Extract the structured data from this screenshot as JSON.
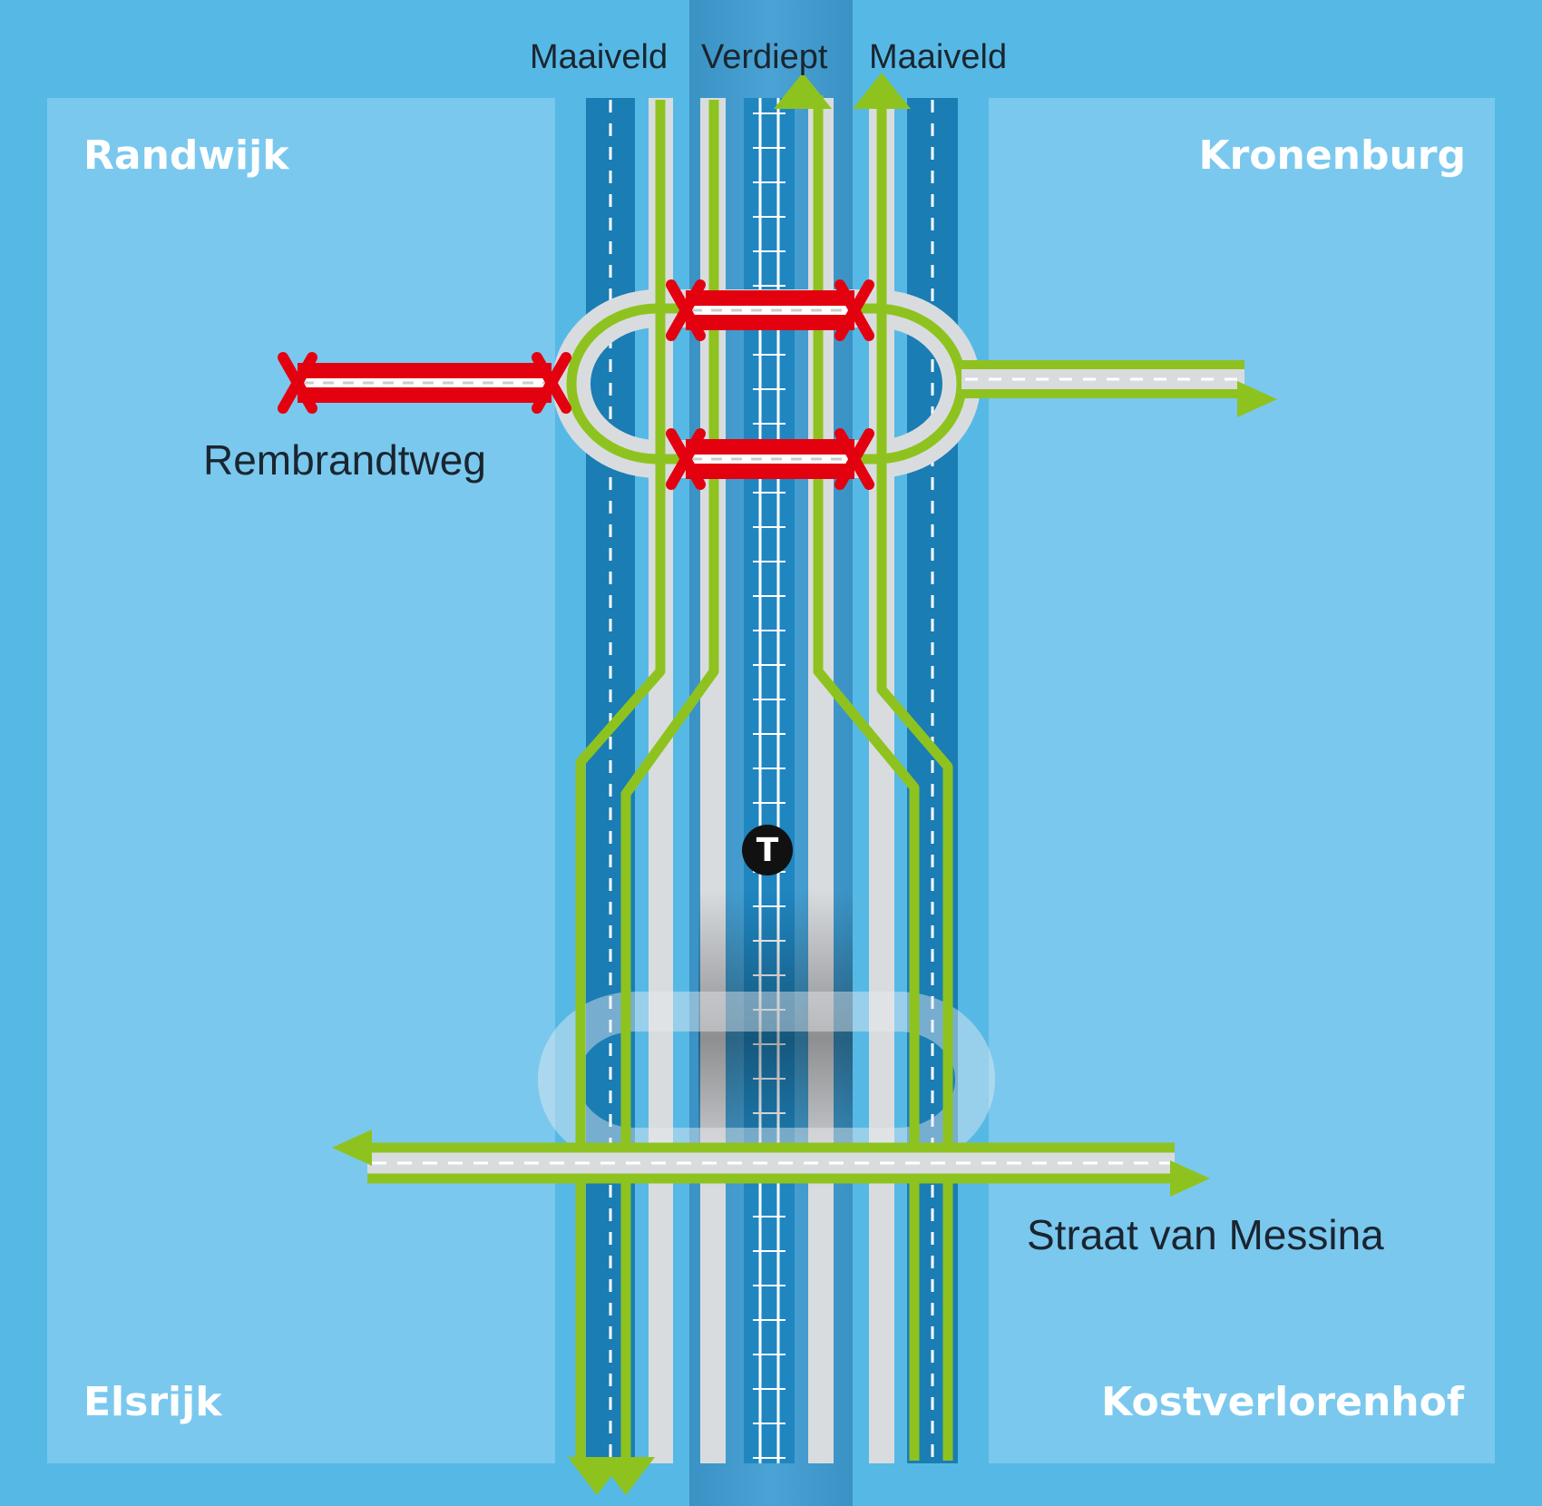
{
  "districts": {
    "top_left": "Randwijk",
    "top_right": "Kronenburg",
    "bottom_left": "Elsrijk",
    "bottom_right": "Kostverlorenhof"
  },
  "levels": {
    "left": "Maaiveld",
    "center": "Verdiept",
    "right": "Maaiveld"
  },
  "streets": {
    "west": "Rembrandtweg",
    "south": "Straat van Messina"
  },
  "tram_stop": {
    "symbol": "T",
    "icon": "tram-stop-icon"
  },
  "colors": {
    "background": "#56b9e5",
    "district_area": "#7ac8ee",
    "sunken_zone": "#3d95c8",
    "road_dark": "#1a7db4",
    "road_grey": "#d9dcdf",
    "route_green": "#8ec31f",
    "closed_red": "#e3000f",
    "text_dark": "#1a2530",
    "text_light": "#ffffff"
  },
  "closed_routes": [
    "west-connector",
    "north-bridge",
    "south-bridge"
  ],
  "open_routes": [
    "east-connector",
    "straat-van-messina",
    "north-south-lanes"
  ]
}
